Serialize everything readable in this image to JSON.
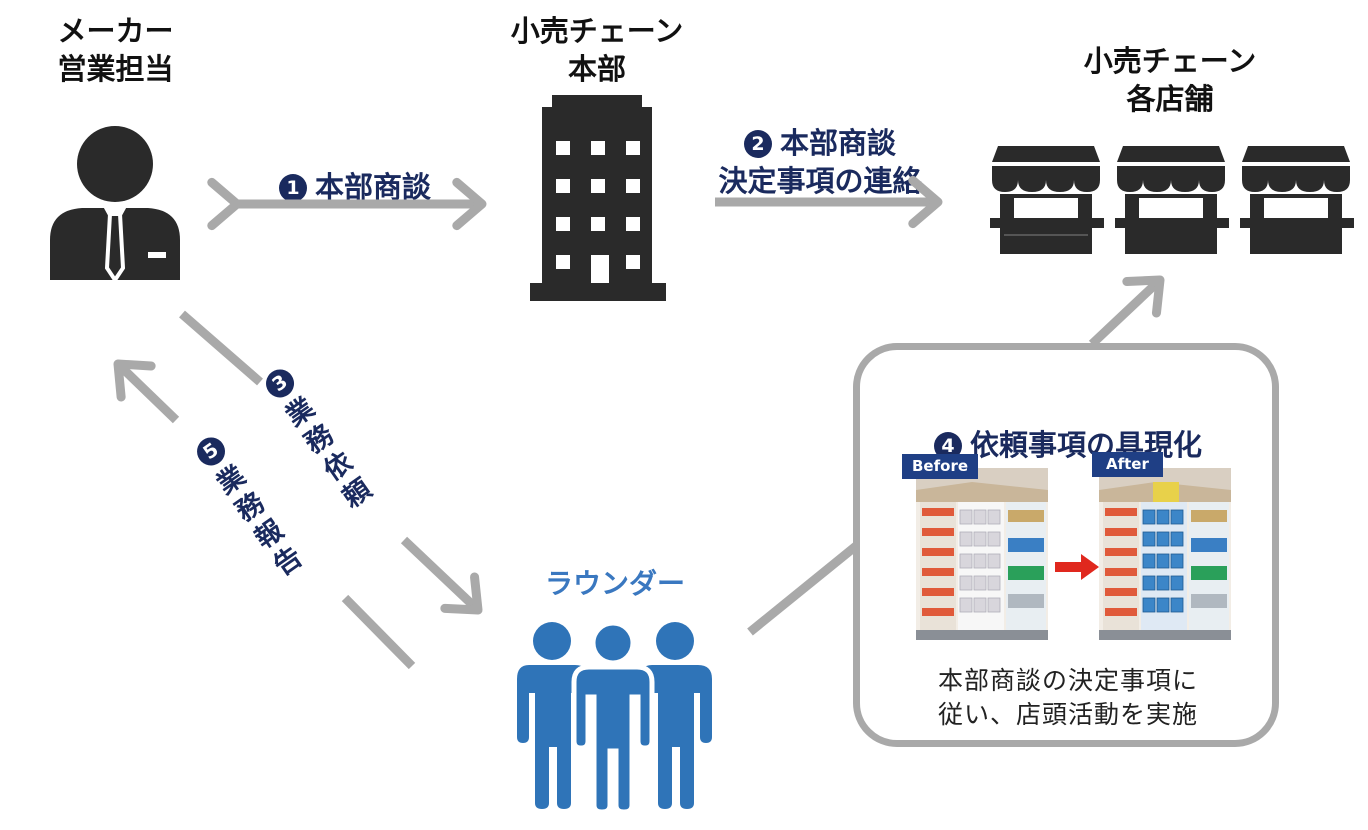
{
  "nodes": {
    "maker": {
      "title": "メーカー\n営業担当"
    },
    "hq": {
      "title": "小売チェーン\n本部"
    },
    "stores": {
      "title": "小売チェーン\n各店舗"
    },
    "rounder": {
      "title": "ラウンダー"
    }
  },
  "steps": {
    "step1": {
      "num": "1",
      "label": "本部商談"
    },
    "step2": {
      "num": "2",
      "label": "本部商談\n決定事項の連絡"
    },
    "step3": {
      "num": "3",
      "chars": [
        "業",
        "務",
        "依",
        "頼"
      ]
    },
    "step4": {
      "num": "4",
      "label": "依頼事項の具現化"
    },
    "step5": {
      "num": "5",
      "chars": [
        "業",
        "務",
        "報",
        "告"
      ]
    }
  },
  "shelf": {
    "before_tag": "Before",
    "after_tag": "After",
    "caption": "本部商談の決定事項に\n従い、店頭活動を実施"
  },
  "colors": {
    "arrow": "#a9a9a9",
    "icon_dark": "#2a2a2a",
    "rounder_blue": "#2f74b8",
    "label_navy": "#1a2a5e",
    "tag_blue": "#1f3f85"
  }
}
